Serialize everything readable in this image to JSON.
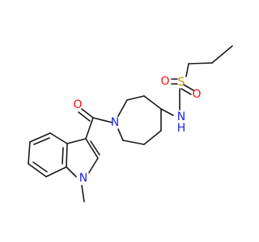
{
  "molecule": {
    "atom_labels": {
      "o_carbonyl": "O",
      "n_piperidine": "N",
      "n_indole": "N",
      "n_amide": "N",
      "h_amide": "H",
      "s_sulfonyl": "S",
      "o_sulfonyl_left": "O",
      "o_sulfonyl_bottom": "O"
    },
    "colors": {
      "bond": "#1a1a1a",
      "carbon": "#1a1a1a",
      "nitrogen": "#2222ee",
      "oxygen": "#ee1111",
      "sulfur": "#b8a000"
    }
  }
}
